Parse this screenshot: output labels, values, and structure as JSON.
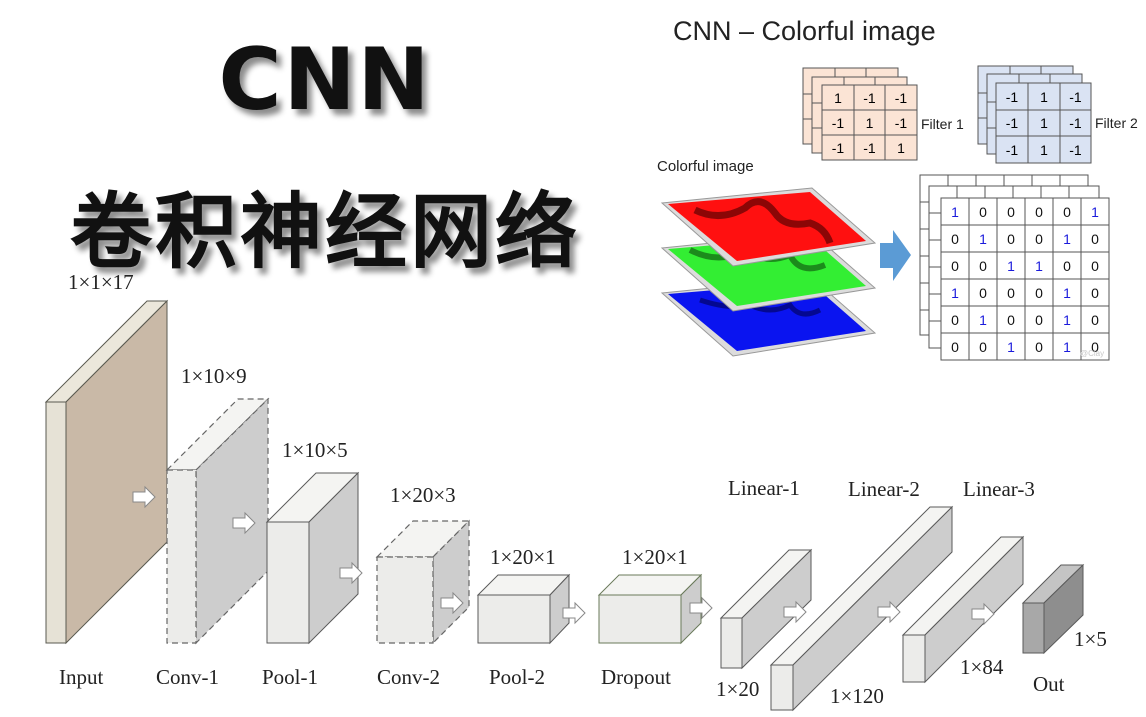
{
  "title": {
    "english": "CNN",
    "chinese": "卷积神经网络"
  },
  "colorful_panel": {
    "slide_title": "CNN – Colorful image",
    "image_label": "Colorful image",
    "channels": [
      {
        "name": "red",
        "color": "#ff1010"
      },
      {
        "name": "green",
        "color": "#33ee33"
      },
      {
        "name": "blue",
        "color": "#0a14f0"
      }
    ],
    "filter1": {
      "label": "Filter 1",
      "color": "#fbe4d5",
      "matrix": [
        [
          "1",
          "-1",
          "-1"
        ],
        [
          "-1",
          "1",
          "-1"
        ],
        [
          "-1",
          "-1",
          "1"
        ]
      ]
    },
    "filter2": {
      "label": "Filter 2",
      "color": "#dae3f3",
      "matrix": [
        [
          "-1",
          "1",
          "-1"
        ],
        [
          "-1",
          "1",
          "-1"
        ],
        [
          "-1",
          "1",
          "-1"
        ]
      ]
    },
    "arrow_color": "#5b9bd5",
    "output_matrix": [
      [
        "1",
        "0",
        "0",
        "0",
        "0",
        "1"
      ],
      [
        "0",
        "1",
        "0",
        "0",
        "1",
        "0"
      ],
      [
        "0",
        "0",
        "1",
        "1",
        "0",
        "0"
      ],
      [
        "1",
        "0",
        "0",
        "0",
        "1",
        "0"
      ],
      [
        "0",
        "1",
        "0",
        "0",
        "1",
        "0"
      ],
      [
        "0",
        "0",
        "1",
        "0",
        "1",
        "0"
      ]
    ]
  },
  "architecture": {
    "layers": [
      {
        "name": "Input",
        "shape": "1×1×17"
      },
      {
        "name": "Conv-1",
        "shape": "1×10×9"
      },
      {
        "name": "Pool-1",
        "shape": "1×10×5"
      },
      {
        "name": "Conv-2",
        "shape": "1×20×3"
      },
      {
        "name": "Pool-2",
        "shape": "1×20×1"
      },
      {
        "name": "Dropout",
        "shape": "1×20×1"
      },
      {
        "name": "Linear-1",
        "shape": "1×20"
      },
      {
        "name": "Linear-2",
        "shape": "1×120"
      },
      {
        "name": "Linear-3",
        "shape": "1×84"
      },
      {
        "name": "Out",
        "shape": "1×5"
      }
    ],
    "colors": {
      "input_face": "#c9b9a7",
      "input_front": "#e6e2d6",
      "block_front": "#ececea",
      "block_side": "#cdcdcd",
      "block_top": "#f4f4f2",
      "out_front": "#a8a8a8",
      "out_side": "#8e8e8e",
      "out_top": "#c4c4c4",
      "stroke": "#5a5a5a"
    }
  }
}
